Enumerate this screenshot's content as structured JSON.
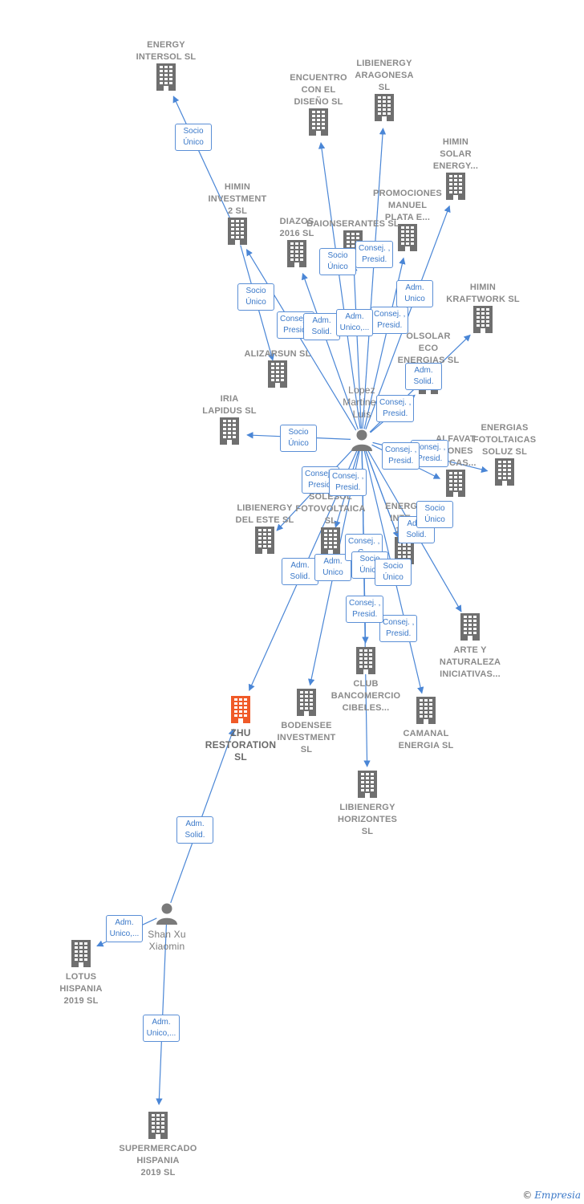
{
  "colors": {
    "edge": "#4a86d6",
    "building": "#6f6f6f",
    "focus": "#f05a28",
    "person": "#7a7a7a",
    "badge_border": "#5b8fd6"
  },
  "icons": {
    "company": "building-icon",
    "person": "person-icon"
  },
  "nodes": [
    {
      "id": "energy_intersol",
      "type": "company",
      "label": "ENERGY\nINTERSOL  SL"
    },
    {
      "id": "encuentro",
      "type": "company",
      "label": "ENCUENTRO\nCON EL\nDISEÑO SL"
    },
    {
      "id": "libienergy_aragonesa",
      "type": "company",
      "label": "LIBIENERGY\nARAGONESA\nSL"
    },
    {
      "id": "himin_solar",
      "type": "company",
      "label": "HIMIN\nSOLAR\nENERGY..."
    },
    {
      "id": "himin_investment",
      "type": "company",
      "label": "HIMIN\nINVESTMENT\n2 SL"
    },
    {
      "id": "promociones_manuel",
      "type": "company",
      "label": "PROMOCIONES\nMANUEL\nPLATA E..."
    },
    {
      "id": "diazos",
      "type": "company",
      "label": "DIAZOS\n2016  SL"
    },
    {
      "id": "baionserantes",
      "type": "company",
      "label": "BAIONSERANTES SL"
    },
    {
      "id": "himin_kraftwork",
      "type": "company",
      "label": "HIMIN\nKRAFTWORK SL"
    },
    {
      "id": "alizarsun",
      "type": "company",
      "label": "ALIZARSUN SL"
    },
    {
      "id": "olsolar",
      "type": "company",
      "label": "OLSOLAR\nECO\nENERGIAS  SL"
    },
    {
      "id": "iria_lapidus",
      "type": "company",
      "label": "IRIA\nLAPIDUS  SL"
    },
    {
      "id": "energias_fotoltaicas",
      "type": "company",
      "label": "ENERGIAS\nFOTOLTAICAS\nSOLUZ  SL"
    },
    {
      "id": "alfavat",
      "type": "company",
      "label": "ALFAVAT\nCIONES\nETICAS..."
    },
    {
      "id": "libienergy_este",
      "type": "company",
      "label": "LIBIENERGY\nDEL ESTE  SL"
    },
    {
      "id": "solesol",
      "type": "company",
      "label": "SOLESOL\nFOTOVOLTAICA\nSL"
    },
    {
      "id": "energy_inter",
      "type": "company",
      "label": "ENERGY\nINTE...\n10..."
    },
    {
      "id": "arte_naturaleza",
      "type": "company",
      "label": "ARTE Y\nNATURALEZA\nINICIATIVAS..."
    },
    {
      "id": "club_bancomercio",
      "type": "company",
      "label": "CLUB\nBANCOMERCIO\nCIBELES..."
    },
    {
      "id": "bodensee",
      "type": "company",
      "label": "BODENSEE\nINVESTMENT\nSL"
    },
    {
      "id": "camanal",
      "type": "company",
      "label": "CAMANAL\nENERGIA  SL"
    },
    {
      "id": "zhu_restoration",
      "type": "focus",
      "label": "ZHU\nRESTORATION\nSL"
    },
    {
      "id": "libienergy_horizontes",
      "type": "company",
      "label": "LIBIENERGY\nHORIZONTES\nSL"
    },
    {
      "id": "lopez",
      "type": "person",
      "label": "Lopez\nMartinez\nLuis"
    },
    {
      "id": "shan_xu",
      "type": "person",
      "label": "Shan Xu\nXiaomin"
    },
    {
      "id": "lotus",
      "type": "company",
      "label": "LOTUS\nHISPANIA\n2019  SL"
    },
    {
      "id": "supermercado",
      "type": "company",
      "label": "SUPERMERCADO\nHISPANIA\n2019  SL"
    }
  ],
  "edges": [
    {
      "from": "lopez",
      "to": "encuentro",
      "label": "Socio\nÚnico"
    },
    {
      "from": "lopez",
      "to": "libienergy_aragonesa",
      "label": "Consej. ,\nPresid."
    },
    {
      "from": "lopez",
      "to": "himin_solar",
      "label": "Adm.\nUnico"
    },
    {
      "from": "lopez",
      "to": "himin_investment",
      "label": "Consej. ,\nPresid."
    },
    {
      "from": "lopez",
      "to": "promociones_manuel",
      "label": "Consej. ,\nPresid."
    },
    {
      "from": "lopez",
      "to": "diazos",
      "label": "Adm.\nSolid."
    },
    {
      "from": "lopez",
      "to": "baionserantes",
      "label": "Adm.\nUnico,..."
    },
    {
      "from": "lopez",
      "to": "himin_kraftwork",
      "label": "Adm.\nSolid."
    },
    {
      "from": "himin_investment",
      "to": "energy_intersol",
      "label": "Socio\nÚnico"
    },
    {
      "from": "himin_investment",
      "to": "alizarsun",
      "label": "Socio\nÚnico"
    },
    {
      "from": "lopez",
      "to": "olsolar",
      "label": "Consej. ,\nPresid."
    },
    {
      "from": "lopez",
      "to": "iria_lapidus",
      "label": "Socio\nÚnico"
    },
    {
      "from": "lopez",
      "to": "alfavat",
      "label": "Consej. ,\nPresid."
    },
    {
      "from": "lopez",
      "to": "energias_fotoltaicas",
      "label": "Consej. ,\nPresid."
    },
    {
      "from": "lopez",
      "to": "libienergy_este",
      "label": "Consej. ,\nPresid."
    },
    {
      "from": "lopez",
      "to": "solesol",
      "label": "Consej. ,\nPresid."
    },
    {
      "from": "lopez",
      "to": "energy_inter",
      "label": "Adm.\nSolid."
    },
    {
      "from": "lopez",
      "to": "arte_naturaleza",
      "label": "Socio\nÚnico"
    },
    {
      "from": "lopez",
      "to": "zhu_restoration",
      "label": "Adm.\nSolid."
    },
    {
      "from": "lopez",
      "to": "bodensee",
      "label": "Adm.\nUnico"
    },
    {
      "from": "lopez",
      "to": "club_bancomercio",
      "label": "Consej. ,\nC..."
    },
    {
      "from": "lopez",
      "to": "libienergy_horizontes",
      "label": "Consej. ,\nPresid."
    },
    {
      "from": "lopez",
      "to": "camanal",
      "label": "Socio\nÚnico"
    },
    {
      "from": "lopez",
      "to": "energy_inter",
      "label": "Consej. ,\nPresid."
    },
    {
      "from": "lopez",
      "to": "club_bancomercio",
      "label": "Socio\nÚnico"
    },
    {
      "from": "shan_xu",
      "to": "zhu_restoration",
      "label": "Adm.\nSolid."
    },
    {
      "from": "shan_xu",
      "to": "lotus",
      "label": "Adm.\nUnico,..."
    },
    {
      "from": "shan_xu",
      "to": "supermercado",
      "label": "Adm.\nUnico,..."
    }
  ],
  "footer": {
    "copyright": "©",
    "brand": "Empresia"
  }
}
